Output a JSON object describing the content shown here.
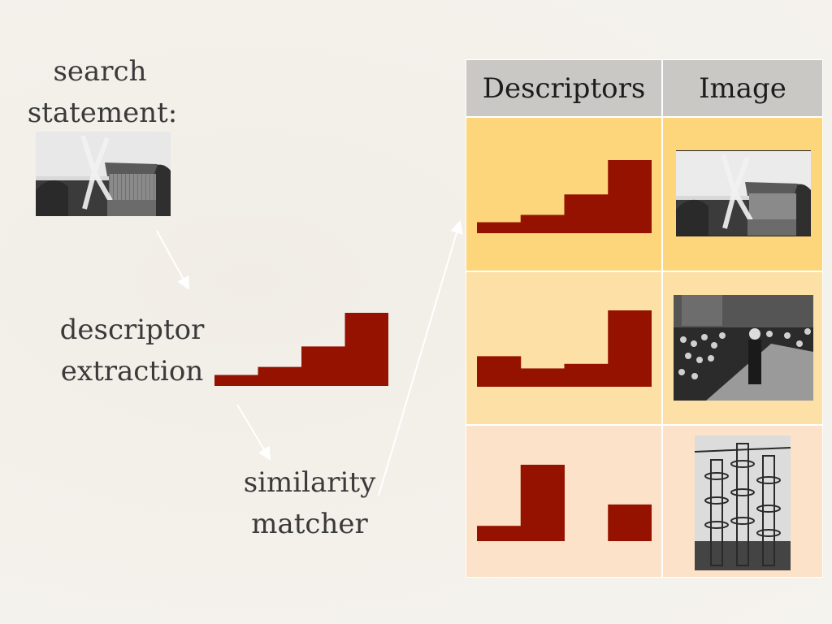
{
  "labels": {
    "search_line1": "search",
    "search_line2": "statement:",
    "descriptor_line1": "descriptor",
    "descriptor_line2": "extraction",
    "similarity_line1": "similarity",
    "similarity_line2": "matcher"
  },
  "table": {
    "headers": [
      "Descriptors",
      "Image"
    ],
    "rows": [
      {
        "bg": "#fdd57b",
        "descriptor": [
          0.15,
          0.25,
          0.53,
          1.0
        ],
        "image": "windmill-photo"
      },
      {
        "bg": "#fce0a6",
        "descriptor": [
          0.4,
          0.24,
          0.3,
          1.0
        ],
        "image": "crowd-photo"
      },
      {
        "bg": "#fbe2c8",
        "descriptor": [
          0.2,
          1.0,
          0.0,
          0.48
        ],
        "image": "tower-photo"
      }
    ]
  },
  "query_descriptor": [
    0.15,
    0.26,
    0.54,
    1.0
  ],
  "colors": {
    "bar": "#951200",
    "header_bg": "#c9c8c5",
    "grid": "#ffffff",
    "arrow": "#ffffff"
  }
}
